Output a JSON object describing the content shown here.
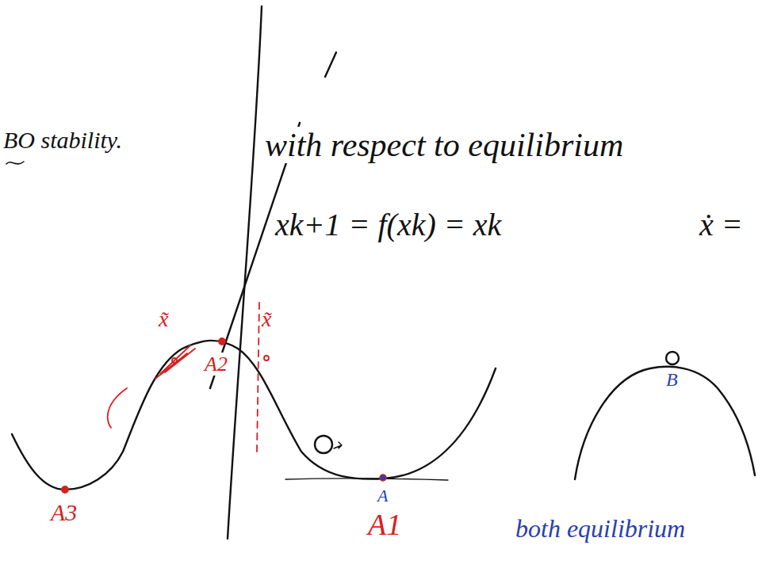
{
  "diagram": {
    "labels": [
      "BO stability.",
      "with respect to equilibrium",
      "xk+1 = f(xk) = xk",
      "ẋ =",
      "x̃",
      "x̃",
      "A2",
      "A3",
      "A",
      "A1",
      "B",
      "both equilibrium"
    ]
  }
}
